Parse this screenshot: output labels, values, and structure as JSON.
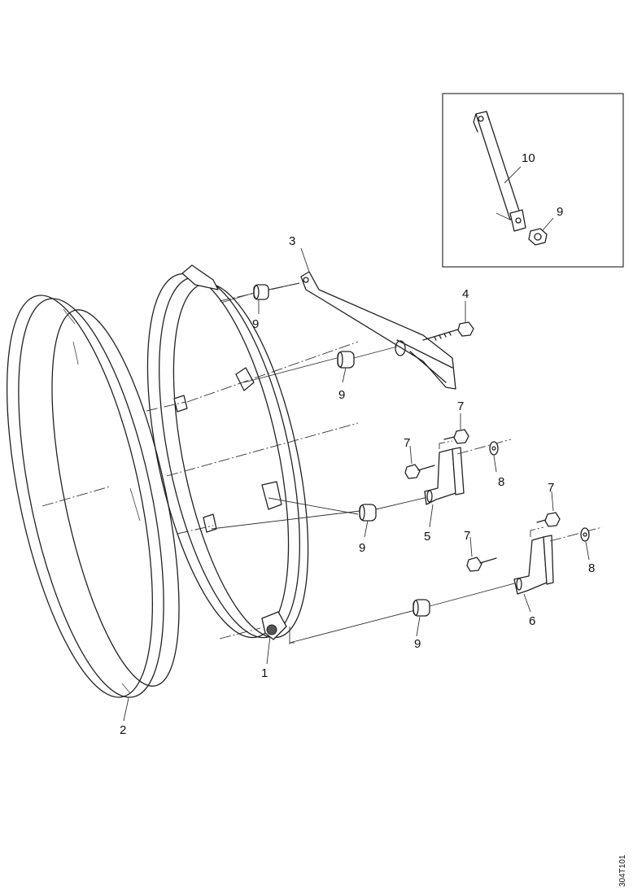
{
  "callouts": {
    "c1": "1",
    "c2": "2",
    "c3": "3",
    "c4": "4",
    "c5": "5",
    "c6": "6",
    "c7a": "7",
    "c7b": "7",
    "c7c": "7",
    "c7d": "7",
    "c8a": "8",
    "c8b": "8",
    "c9a": "9",
    "c9b": "9",
    "c9c": "9",
    "c9d": "9",
    "c9e": "9",
    "c10": "10"
  },
  "reference_code": "304T101"
}
